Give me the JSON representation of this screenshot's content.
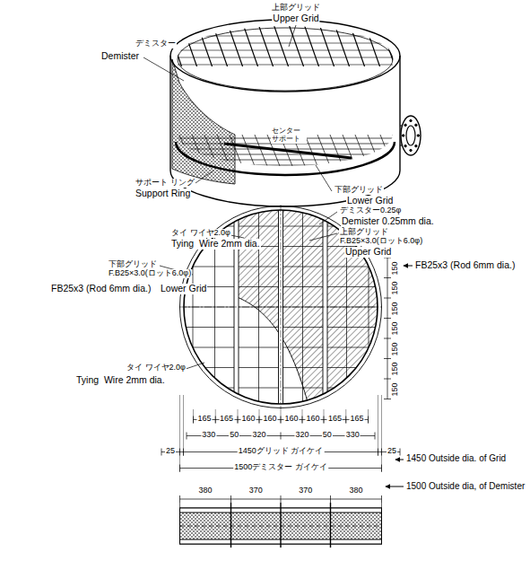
{
  "diagram": {
    "labels": [
      "上部グリッド",
      "Upper Grid",
      "デミスター",
      "Demister",
      "センター サポート",
      "サポート リング",
      "Support Ring",
      "下部グリッド",
      "Lower Grid",
      "デミスター0.25φ",
      "Demister 0.25mm dia.",
      "上部グリッド",
      "F.B25×3.0(ロット6.0φ)",
      "Upper Grid",
      "150",
      "150",
      "150",
      "150",
      "150",
      "150",
      "150",
      "FB25x3 (Rod 6mm dia.)",
      "タイ ワイヤ2.0φ",
      "Tying  Wire 2mm dia.",
      "下部グリッド",
      "F.B25×3.0(ロット6.0φ)",
      "FB25x3 (Rod 6mm dia.)",
      "Lower Grid",
      "タイ ワイヤ2.0φ",
      "Tying  Wire 2mm dia.",
      "165",
      "165",
      "160",
      "160",
      "160",
      "160",
      "165",
      "165",
      "330",
      "50",
      "320",
      "320",
      "50",
      "330",
      "25",
      "1450グリッド ガイケイ",
      "25",
      "1500デミスター ガイケイ",
      "1450 Outside dia. of Grid",
      "1500 Outside dia, of Demister",
      "380",
      "370",
      "370",
      "380"
    ]
  }
}
